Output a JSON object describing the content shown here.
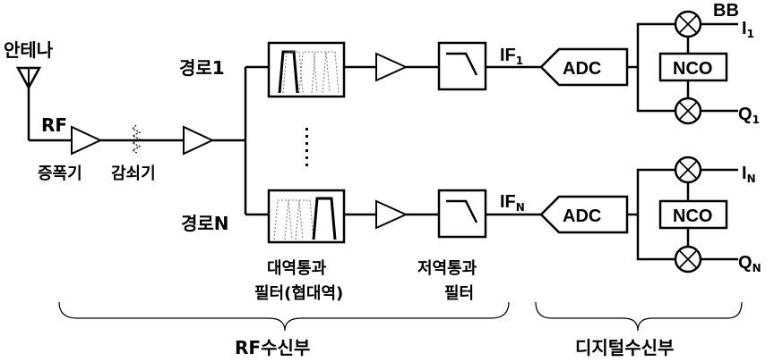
{
  "labels": {
    "antenna": "안테나",
    "rf": "RF",
    "amplifier": "증폭기",
    "attenuator": "감쇠기",
    "path1": "경로1",
    "pathN": "경로N",
    "bandpass_line1": "대역통과",
    "bandpass_line2": "필터(협대역)",
    "lowpass_line1": "저역통과",
    "lowpass_line2": "필터",
    "if1_main": "IF",
    "if1_sub": "1",
    "ifn_main": "IF",
    "ifn_sub": "N",
    "adc_top": "ADC",
    "adc_bottom": "ADC",
    "nco_top": "NCO",
    "nco_bottom": "NCO",
    "bb": "BB",
    "i1_main": "I",
    "i1_sub": "1",
    "q1_main": "Q",
    "q1_sub": "1",
    "in_main": "I",
    "in_sub": "N",
    "qn_main": "Q",
    "qn_sub": "N",
    "rf_receiver": "RF수신부",
    "digital_receiver": "디지털수신부"
  }
}
